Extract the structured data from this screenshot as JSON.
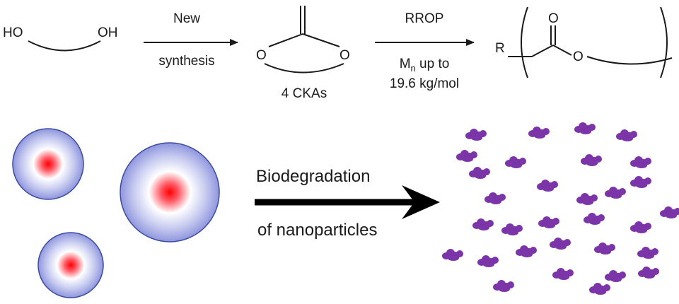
{
  "reaction": {
    "reactant": {
      "oh_left": "HO",
      "oh_right": "OH"
    },
    "step1": {
      "label_top": "New",
      "label_bottom": "synthesis"
    },
    "monomer": {
      "o_left": "O",
      "o_right": "O",
      "caption": "4 CKAs"
    },
    "step2": {
      "label_top": "RROP",
      "mn_main": "M",
      "mn_sub": "n",
      "mn_rest": " up to",
      "mn_value": "19.6 kg/mol"
    },
    "polymer": {
      "r_group": "R",
      "carbonyl_o": "O",
      "ester_o": "O"
    }
  },
  "degradation": {
    "label_top": "Biodegradation",
    "label_bottom": "of nanoparticles",
    "nanoparticle_count": 3,
    "fragment_count": 31,
    "colors": {
      "core": "#ff0000",
      "mid": "#ffffff",
      "shell": "#8f96dd",
      "fragment": "#7b35a8",
      "arrow": "#000000"
    }
  }
}
